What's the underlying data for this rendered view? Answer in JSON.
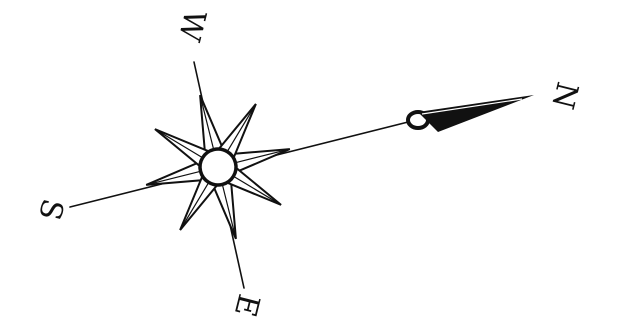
{
  "compass": {
    "labels": {
      "north": "N",
      "south": "S",
      "east": "E",
      "west": "W"
    },
    "icons": {
      "rose": "compass-rose-icon",
      "needle": "north-needle-icon"
    },
    "colors": {
      "ink": "#111111",
      "background": "#ffffff"
    }
  }
}
